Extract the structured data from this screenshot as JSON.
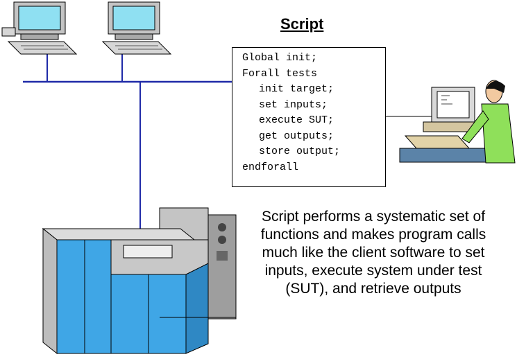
{
  "diagram": {
    "title": "Script",
    "script_lines": [
      "Global init;",
      "Forall tests",
      "init target;",
      "set inputs;",
      "execute SUT;",
      "get outputs;",
      "store output;",
      "endforall"
    ],
    "caption_lines": [
      "Script performs a systematic set of",
      "functions and makes program calls",
      "much like the client software to set",
      "inputs, execute system under test",
      "(SUT), and retrieve outputs"
    ]
  },
  "colors": {
    "network_line": "#1f2aa8",
    "mainframe_blue": "#3fa6e6",
    "monitor_screen": "#8fe0f2",
    "gray_metal": "#c4c4c4"
  },
  "icons": [
    "workstation-icon",
    "workstation-icon",
    "user-at-terminal-icon",
    "mainframe-server-icon"
  ]
}
